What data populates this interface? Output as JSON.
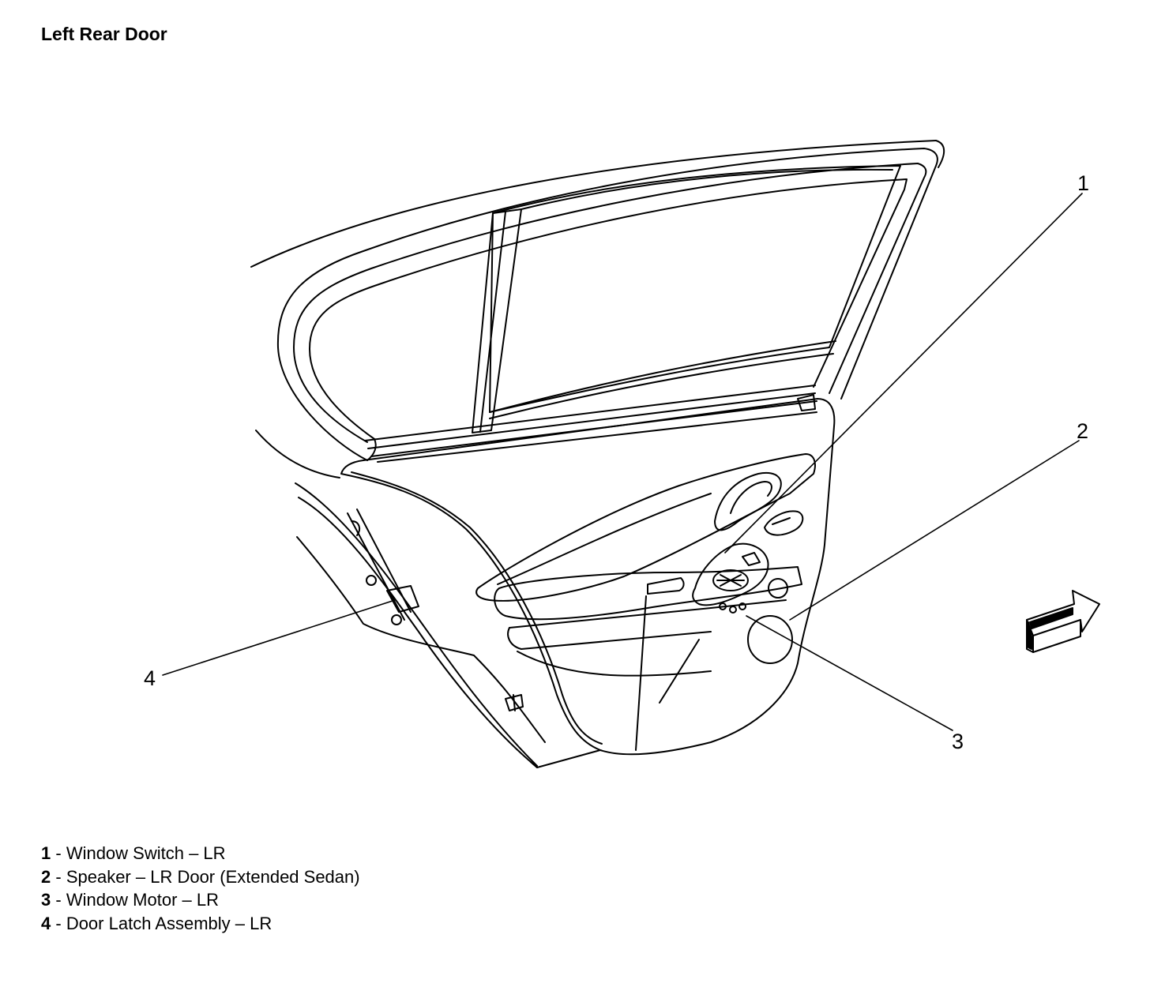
{
  "title": "Left Rear Door",
  "callouts": [
    {
      "number": "1",
      "label": "Window Switch – LR"
    },
    {
      "number": "2",
      "label": "Speaker – LR Door (Extended Sedan)"
    },
    {
      "number": "3",
      "label": "Window Motor – LR"
    },
    {
      "number": "4",
      "label": "Door Latch Assembly – LR"
    }
  ],
  "legend": [
    {
      "number": "1",
      "separator": " - ",
      "text": "Window Switch – LR"
    },
    {
      "number": "2",
      "separator": " - ",
      "text": "Speaker – LR Door (Extended Sedan)"
    },
    {
      "number": "3",
      "separator": " - ",
      "text": "Window Motor – LR"
    },
    {
      "number": "4",
      "separator": " - ",
      "text": "Door Latch Assembly – LR"
    }
  ],
  "line_color": "#000000",
  "background_color": "#ffffff",
  "direction_indicator": "arrow-forward-icon"
}
